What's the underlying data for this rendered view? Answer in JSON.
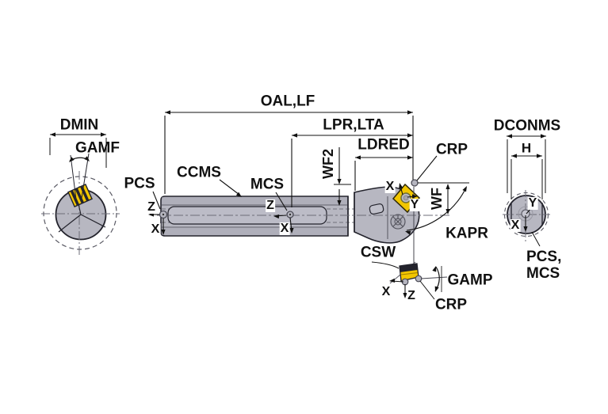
{
  "dims": {
    "oal": "OAL,LF",
    "lpr": "LPR,LTA",
    "ldred": "LDRED",
    "wf2": "WF2",
    "wf": "WF",
    "dmin": "DMIN",
    "gamf": "GAMF",
    "kapr": "KAPR",
    "gamp": "GAMP",
    "dconms": "DCONMS",
    "h": "H",
    "csw": "CSW",
    "crp_top": "CRP",
    "crp_bottom": "CRP"
  },
  "refs": {
    "pcs": "PCS",
    "ccms": "CCMS",
    "mcs": "MCS",
    "shank_ref_line1": "PCS,",
    "shank_ref_line2": "MCS"
  },
  "axes": {
    "bar_left": {
      "z": "Z",
      "x": "X"
    },
    "bar_mid": {
      "z": "Z",
      "x": "X"
    },
    "insert": {
      "x": "X",
      "y": "Y"
    },
    "shank": {
      "y": "Y",
      "x": "X"
    },
    "detail": {
      "x": "X",
      "z": "Z"
    }
  },
  "colors": {
    "insert_yellow": "#F2C600",
    "steel_gray": "#B7B7C1",
    "outline": "#23232C",
    "dimension": "#111111",
    "background": "#FFFFFF"
  }
}
